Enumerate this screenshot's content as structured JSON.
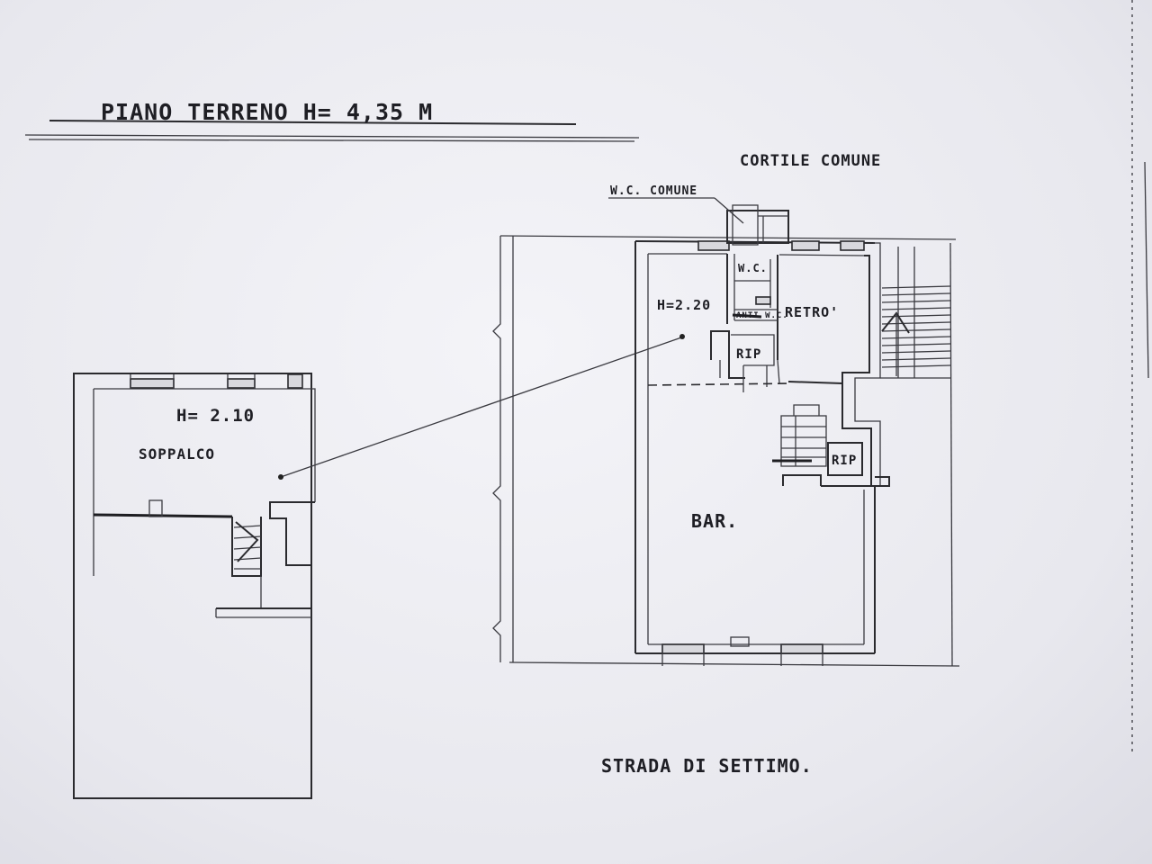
{
  "title": "PIANO TERRENO H= 4,35 M",
  "labels": {
    "cortile": "CORTILE COMUNE",
    "wc_comune": "W.C. COMUNE",
    "wc": "W.C.",
    "antiwc": "ANTI W.C.",
    "retro": "RETRO'",
    "h220": "H=2.20",
    "rip1": "RIP",
    "rip2": "RIP",
    "bar": "BAR.",
    "h210": "H= 2.10",
    "soppalco": "SOPPALCO",
    "strada": "STRADA DI SETTIMO."
  }
}
